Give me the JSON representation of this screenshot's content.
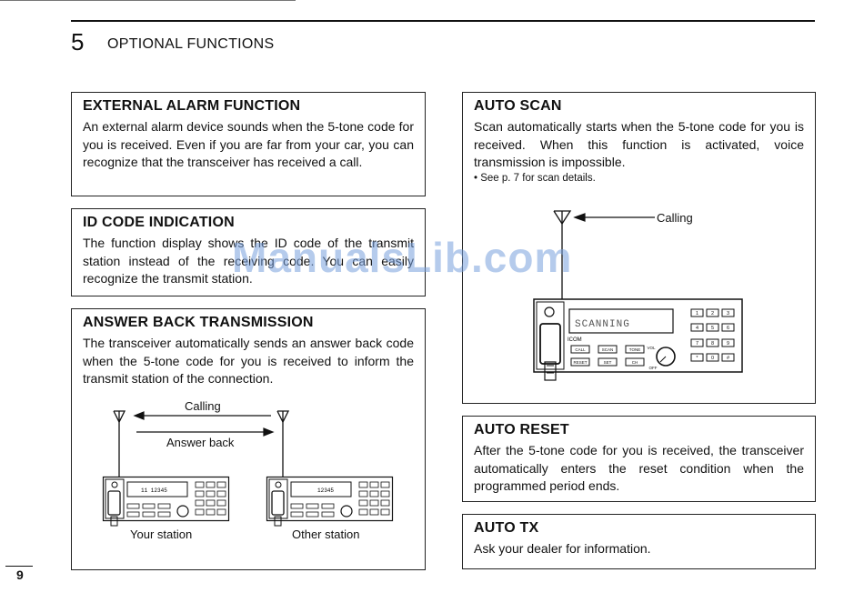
{
  "chapter": {
    "number": "5",
    "title": "OPTIONAL FUNCTIONS"
  },
  "sections": {
    "external_alarm": {
      "title": "EXTERNAL ALARM FUNCTION",
      "body": "An external alarm device sounds when the 5-tone code for you is received.  Even if you are far from your car, you can recognize that the transceiver has received a call."
    },
    "id_code": {
      "title": "ID CODE INDICATION",
      "body": "The function display shows the ID code of the transmit station instead of the receiving code. You can easily recognize the transmit station."
    },
    "answer_back": {
      "title": "ANSWER BACK TRANSMISSION",
      "body": "The transceiver automatically sends an answer back code when the 5-tone code for you is received to inform the transmit station of the connection.",
      "calling_label": "Calling",
      "answer_back_label": "Answer back",
      "your_station_label": "Your station",
      "other_station_label": "Other station"
    },
    "auto_scan": {
      "title": "AUTO SCAN",
      "body": "Scan automatically starts when the 5-tone code for you is received. When this function is activated, voice transmission is impossible.",
      "note": "• See p. 7 for scan details.",
      "calling_label": "Calling",
      "display_text": "SCANNING"
    },
    "auto_reset": {
      "title": "AUTO RESET",
      "body": "After the 5-tone code for you is received, the transceiver automatically enters the reset condition when the programmed period ends."
    },
    "auto_tx": {
      "title": "AUTO TX",
      "body": "Ask your dealer for information."
    }
  },
  "radio": {
    "brand": "ICOM",
    "buttons": [
      "CALL",
      "SCAN",
      "TONE",
      "RESET",
      "SET",
      "CH"
    ],
    "knob_labels": [
      "VOL",
      "OFF"
    ],
    "keypad": [
      "1",
      "2",
      "3",
      "4",
      "5",
      "6",
      "7",
      "8",
      "9",
      "*",
      "0",
      "#"
    ]
  },
  "page_number": "9",
  "watermark": "ManualsLib.com"
}
